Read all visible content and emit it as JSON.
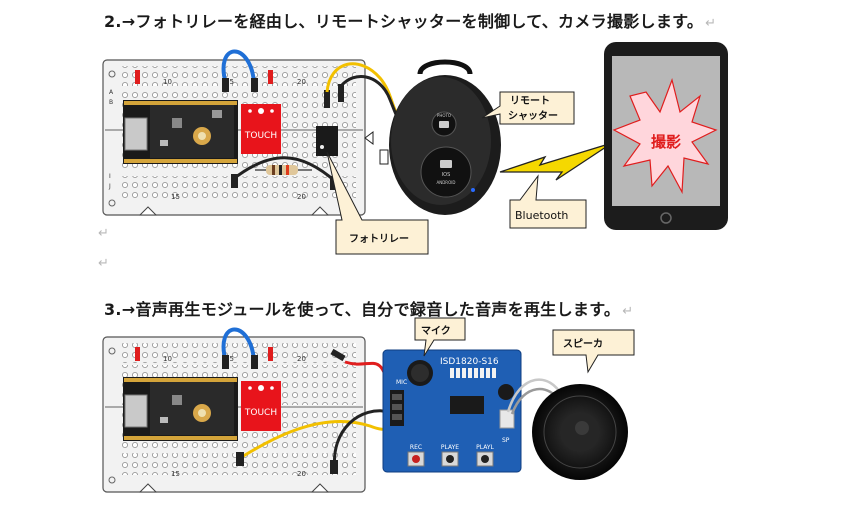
{
  "section2": {
    "heading": "2.→フォトリレーを経由し、リモートシャッターを制御して、カメラ撮影します。",
    "remote_label_line1": "リモート",
    "remote_label_line2": "シャッター",
    "bluetooth_label": "Bluetooth",
    "photorelay_label": "フォトリレー",
    "phone_text": "撮影",
    "board_button": "TOUCH",
    "board_cols": [
      "10",
      "15",
      "20"
    ],
    "board_rows_top": [
      "A",
      "B"
    ],
    "board_rows_bottom": [
      "I",
      "J"
    ],
    "remote_small_button": "PHOTO",
    "remote_big_button": "IOS",
    "remote_big_button_sub": "ANDROID"
  },
  "section3": {
    "heading": "3.→音声再生モジュールを使って、自分で録音した音声を再生します。",
    "mic_label": "マイク",
    "speaker_label": "スピーカ",
    "module_name": "ISD1820-S16",
    "module_mic_text": "MIC",
    "module_buttons": [
      "REC",
      "PLAYE",
      "PLAYL"
    ],
    "module_sp_text": "SP",
    "board_button": "TOUCH",
    "board_cols": [
      "10",
      "15",
      "20"
    ]
  },
  "paragraph_mark": "↵",
  "colors": {
    "breadboard": "#f2f2f2",
    "callout_fill": "#fdf1d6",
    "module_blue": "#1f5fb4",
    "accent_red": "#e01d1d",
    "phone_burst": "#ffd6dc",
    "bolt_yellow": "#f5d800"
  }
}
